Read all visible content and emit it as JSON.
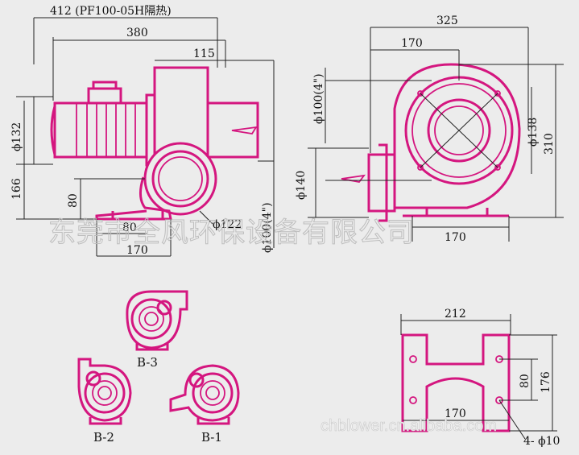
{
  "side_view": {
    "overall_length": "412 (PF100-05H隔热)",
    "length_380": "380",
    "outlet_115": "115",
    "motor_dia": "ϕ132",
    "height_166": "166",
    "center_80": "80",
    "base_80": "80",
    "base_170": "170",
    "inlet_dia": "ϕ122",
    "outlet_dia": "ϕ100(4\")"
  },
  "front_view": {
    "width_325": "325",
    "width_170": "170",
    "outlet_dia": "ϕ100(4\")",
    "inner_dia": "ϕ138",
    "height_310": "310",
    "flange_dia": "ϕ140",
    "base_170": "170"
  },
  "variants": {
    "b3": "B-3",
    "b2": "B-2",
    "b1": "B-1"
  },
  "base_plate": {
    "width_212": "212",
    "height_176": "176",
    "height_80": "80",
    "spacing_170": "170",
    "holes": "4- ϕ10"
  },
  "watermark": {
    "company": "东莞市全风环保设备有限公司",
    "site": "chblower.cn.alibaba.com"
  }
}
